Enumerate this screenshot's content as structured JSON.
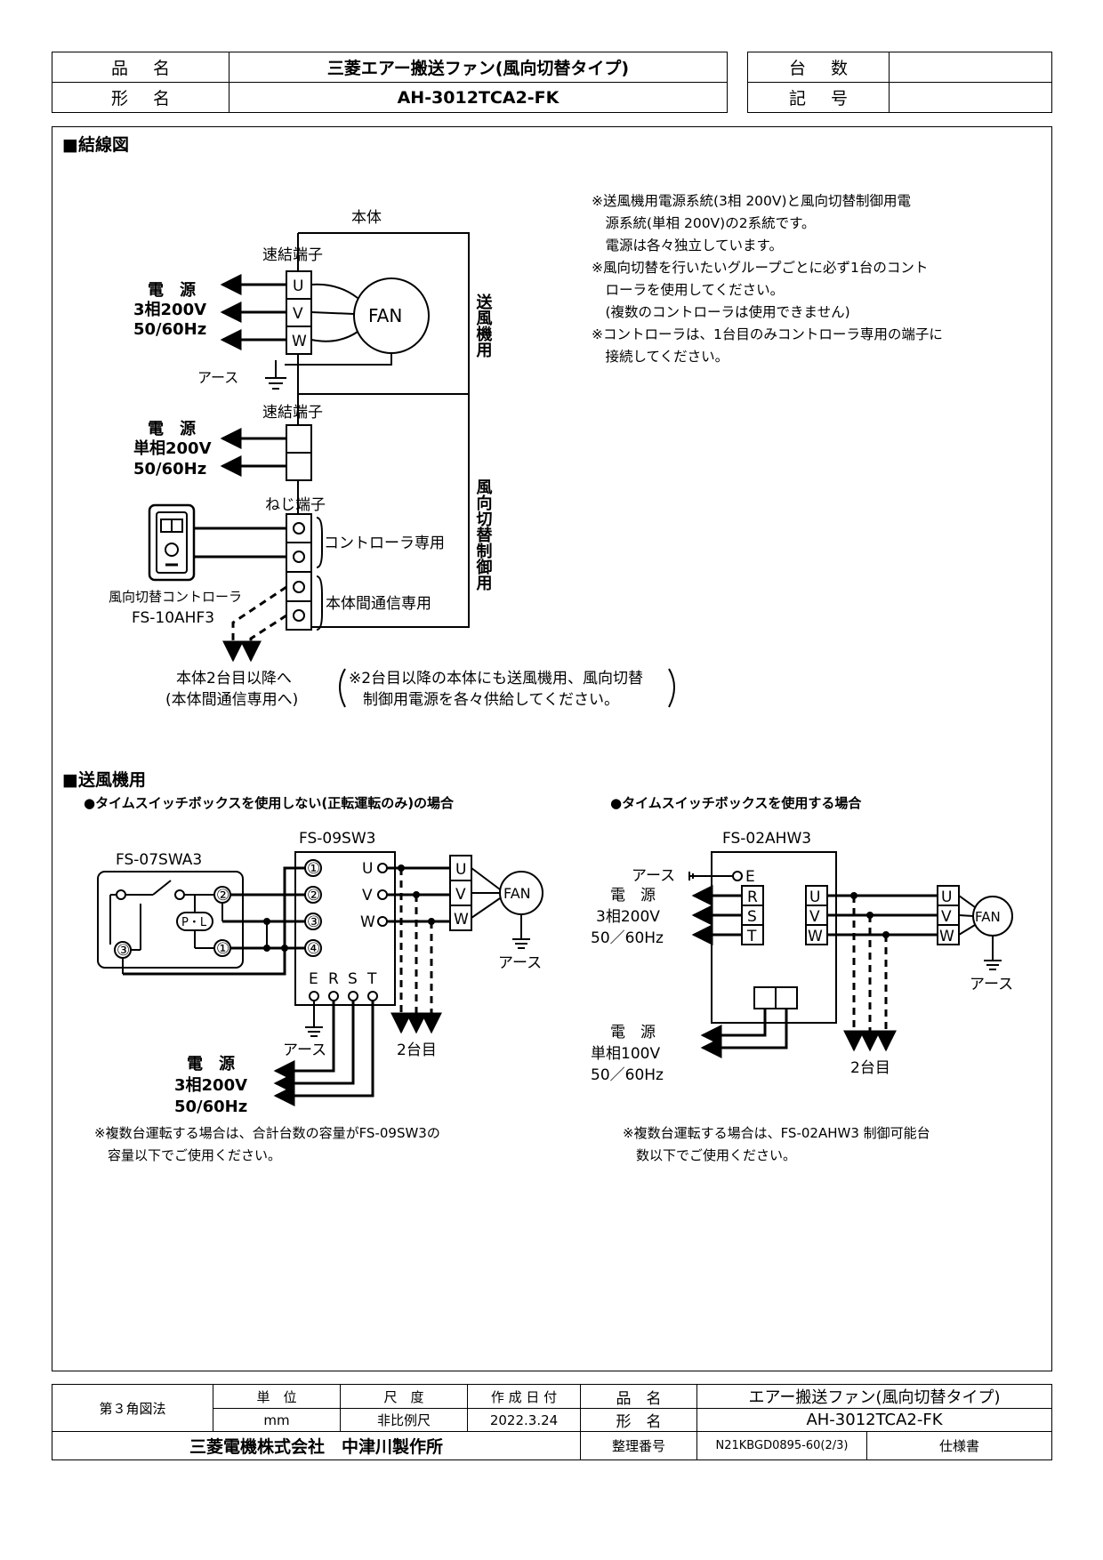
{
  "header": {
    "product_name_label": "品名",
    "product_name": "三菱エアー搬送ファン(風向切替タイプ)",
    "model_label": "形名",
    "model": "AH-3012TCA2-FK",
    "quantity_label": "台数",
    "quantity": "",
    "symbol_label": "記号",
    "symbol": ""
  },
  "wiring": {
    "title": "■結線図",
    "notes": [
      "※送風機用電源系統(3相 200V)と風向切替制御用電",
      "　源系統(単相 200V)の2系統です。",
      "　電源は各々独立しています。",
      "※風向切替を行いたいグループごとに必ず1台のコント",
      "　ローラを使用してください。",
      "　(複数のコントローラは使用できません)",
      "※コントローラは、1台目のみコントローラ専用の端子に",
      "　接続してください。"
    ],
    "body_label": "本体",
    "quick_terminal": "速結端子",
    "quick_terminal2": "速結端子",
    "screw_terminal": "ねじ端子",
    "uvw": [
      "U",
      "V",
      "W"
    ],
    "fan": "FAN",
    "power1": [
      "電　源",
      "3相200V",
      "50/60Hz"
    ],
    "power2": [
      "電　源",
      "単相200V",
      "50/60Hz"
    ],
    "earth": "アース",
    "blower_use": "送風機用",
    "direction_use": "風向切替制御用",
    "controller_only": "コントローラ専用",
    "inter_comm": "本体間通信専用",
    "controller_name": "風向切替コントローラ",
    "controller_model": "FS-10AHF3",
    "second_unit": [
      "本体2台目以降へ",
      "(本体間通信専用へ)"
    ],
    "second_note": [
      "※2台目以降の本体にも送風機用、風向切替",
      "制御用電源を各々供給してください。"
    ]
  },
  "blower": {
    "title": "■送風機用",
    "left_title": "●タイムスイッチボックスを使用しない(正転運転のみ)の場合",
    "right_title": "●タイムスイッチボックスを使用する場合",
    "fs09": "FS-09SW3",
    "fs07": "FS-07SWA3",
    "fs02": "FS-02AHW3",
    "pl": "P・L",
    "circled": [
      "①",
      "②",
      "③",
      "④"
    ],
    "erst": [
      "E",
      "R",
      "S",
      "T"
    ],
    "uvw": [
      "U",
      "V",
      "W"
    ],
    "fan": "FAN",
    "earth": "アース",
    "second": "2台目",
    "power_3ph": [
      "電　源",
      "3相200V",
      "50/60Hz"
    ],
    "power_r": [
      "電　源",
      "3相200V",
      "50／60Hz"
    ],
    "power_1ph": [
      "電　源",
      "単相100V",
      "50／60Hz"
    ],
    "left_note": [
      "※複数台運転する場合は、合計台数の容量がFS-09SW3の",
      "　容量以下でご使用ください。"
    ],
    "right_note": [
      "※複数台運転する場合は、FS-02AHW3 制御可能台",
      "　数以下でご使用ください。"
    ]
  },
  "footer": {
    "projection": "第３角図法",
    "unit_label": "単　位",
    "unit": "mm",
    "scale_label": "尺　度",
    "scale": "非比例尺",
    "date_label": "作 成 日 付",
    "date": "2022.3.24",
    "product_label": "品　名",
    "model_label": "形　名",
    "product": "エアー搬送ファン(風向切替タイプ)",
    "model": "AH-3012TCA2-FK",
    "company": "三菱電機株式会社　中津川製作所",
    "ref_label": "整理番号",
    "ref": "N21KBGD0895-60(2/3)",
    "doc_type": "仕様書"
  }
}
